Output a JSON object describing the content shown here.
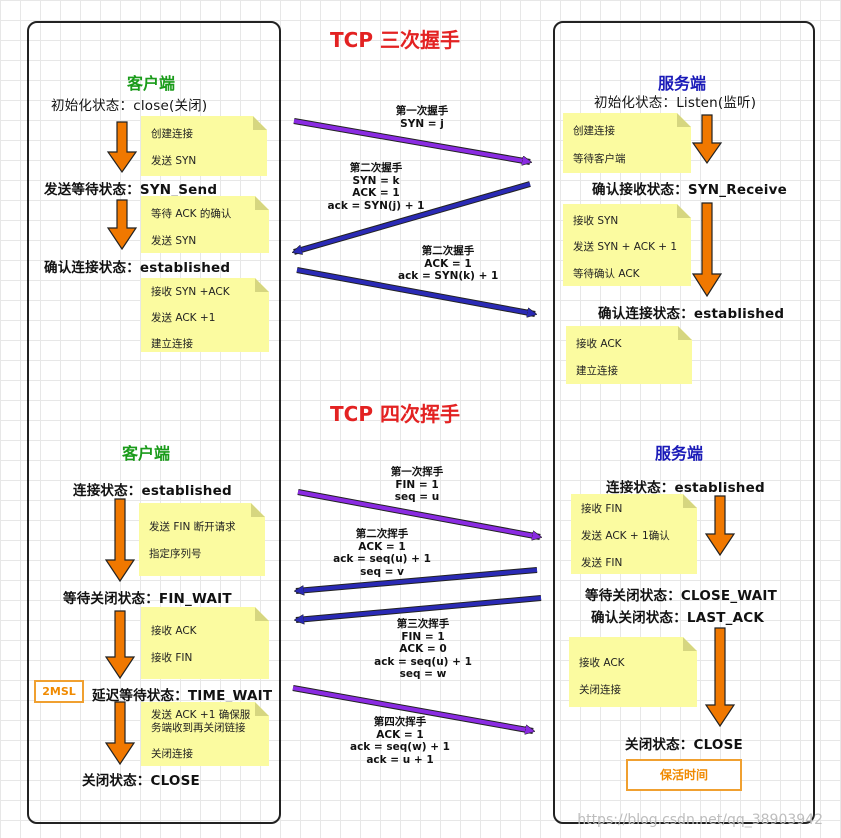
{
  "handshake": {
    "title": "TCP 三次握手",
    "client": {
      "heading": "客户端",
      "state_init": "初始化状态：close(关闭)",
      "state_send": "发送等待状态：SYN_Send",
      "state_est": "确认连接状态：established",
      "note1": [
        "创建连接",
        "发送 SYN"
      ],
      "note2": [
        "等待 ACK 的确认",
        "发送 SYN"
      ],
      "note3": [
        "接收 SYN +ACK",
        "发送 ACK +1",
        "建立连接"
      ]
    },
    "server": {
      "heading": "服务端",
      "state_init": "初始化状态：Listen(监听)",
      "state_recv": "确认接收状态：SYN_Receive",
      "state_est": "确认连接状态：established",
      "note1": [
        "创建连接",
        "等待客户端"
      ],
      "note2": [
        "接收 SYN",
        "发送 SYN + ACK + 1",
        "等待确认 ACK"
      ],
      "note3": [
        "接收 ACK",
        "建立连接"
      ]
    },
    "msgs": [
      [
        "第一次握手",
        "SYN = j"
      ],
      [
        "第二次握手",
        "SYN = k",
        "ACK = 1",
        "ack = SYN(j) + 1"
      ],
      [
        "第二次握手",
        "ACK = 1",
        "ack = SYN(k) + 1"
      ]
    ]
  },
  "wave": {
    "title": "TCP 四次挥手",
    "client": {
      "heading": "客户端",
      "state_est": "连接状态：established",
      "state_fin": "等待关闭状态：FIN_WAIT",
      "state_tw": "延迟等待状态：TIME_WAIT",
      "state_close": "关闭状态：CLOSE",
      "msl": "2MSL",
      "note1": [
        "发送 FIN 断开请求",
        "指定序列号"
      ],
      "note2": [
        "接收 ACK",
        "接收 FIN"
      ],
      "note3": [
        "发送 ACK +1 确保服",
        "务端收到再关闭链接",
        "关闭连接"
      ]
    },
    "server": {
      "heading": "服务端",
      "state_est": "连接状态：established",
      "state_cw": "等待关闭状态：CLOSE_WAIT",
      "state_la": "确认关闭状态：LAST_ACK",
      "state_close": "关闭状态：CLOSE",
      "keepalive": "保活时间",
      "note1": [
        "接收 FIN",
        "发送 ACK + 1确认",
        "发送 FIN"
      ],
      "note2": [
        "接收 ACK",
        "关闭连接"
      ]
    },
    "msgs": [
      [
        "第一次挥手",
        "FIN = 1",
        "seq = u"
      ],
      [
        "第二次挥手",
        "ACK = 1",
        "ack = seq(u) + 1",
        "seq = v"
      ],
      [
        "第三次挥手",
        "FIN = 1",
        "ACK = 0",
        "ack = seq(u) + 1",
        "seq = w"
      ],
      [
        "第四次挥手",
        "ACK = 1",
        "ack = seq(w) + 1",
        "ack = u + 1"
      ]
    ]
  },
  "watermark": "https://blog.csdn.net/qq_38903942",
  "colors": {
    "title": "#e32222",
    "client": "#1a9b1a",
    "server": "#1a1ab8",
    "purple": "#8a2be2",
    "navy": "#2a2ab5",
    "orange": "#f07800",
    "note": "#fbfba0"
  }
}
